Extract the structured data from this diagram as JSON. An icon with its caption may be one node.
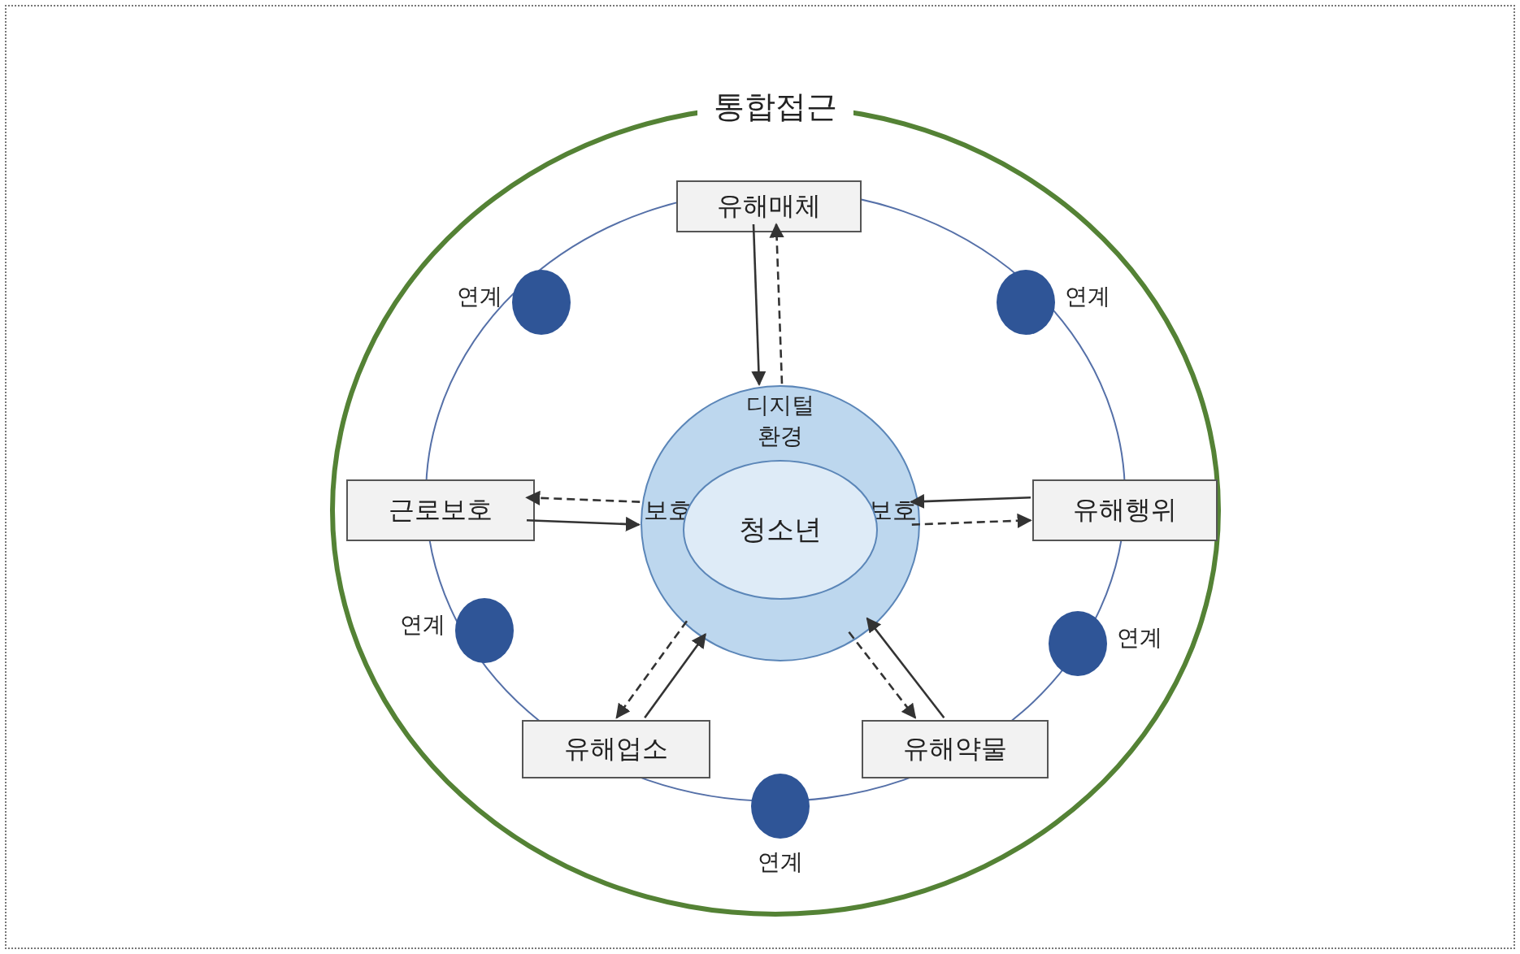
{
  "diagram": {
    "nodes": [
      {
        "text": [
          "통합접근"
        ]
      },
      {
        "text": [
          "디지털 환경",
          "보호",
          "보호"
        ],
        "in": 0
      },
      {
        "text": [
          "청소년"
        ],
        "in": 1
      },
      {
        "text": [
          "유해매체"
        ],
        "in": 0
      },
      {
        "text": [
          "근로보호"
        ],
        "in": 0
      },
      {
        "text": [
          "유해행위"
        ],
        "in": 0
      },
      {
        "text": [
          "유해업소"
        ],
        "in": 0
      },
      {
        "text": [
          "유해약물"
        ],
        "in": 0
      },
      {
        "text": [],
        "shape": "circle",
        "beside": [
          "연계"
        ],
        "in": 0
      },
      {
        "text": [],
        "shape": "circle",
        "beside": [
          "연계"
        ],
        "in": 0
      },
      {
        "text": [],
        "shape": "circle",
        "beside": [
          "연계"
        ],
        "in": 0
      },
      {
        "text": [],
        "shape": "circle",
        "beside": [
          "연계"
        ],
        "in": 0
      },
      {
        "text": [],
        "shape": "circle",
        "beside": [
          "연계"
        ],
        "in": 0
      }
    ],
    "edges": [
      {
        "from": 3,
        "to": 1,
        "arrow": "to"
      },
      {
        "from": 1,
        "to": 3,
        "arrow": "to",
        "style": "dashed"
      },
      {
        "from": 4,
        "to": 1,
        "arrow": "to"
      },
      {
        "from": 1,
        "to": 4,
        "arrow": "to",
        "style": "dashed"
      },
      {
        "from": 5,
        "to": 1,
        "arrow": "to"
      },
      {
        "from": 1,
        "to": 5,
        "arrow": "to",
        "style": "dashed"
      },
      {
        "from": 6,
        "to": 1,
        "arrow": "to"
      },
      {
        "from": 1,
        "to": 6,
        "arrow": "to",
        "style": "dashed"
      },
      {
        "from": 7,
        "to": 1,
        "arrow": "to"
      },
      {
        "from": 1,
        "to": 7,
        "arrow": "to",
        "style": "dashed"
      }
    ]
  }
}
